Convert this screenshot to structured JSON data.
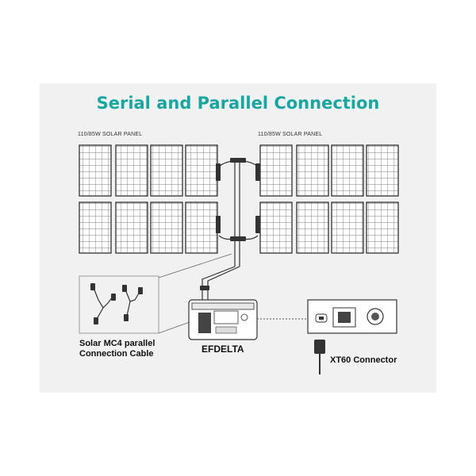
{
  "title": "Serial and Parallel Connection",
  "left_panel_label": "110/85W SOLAR PANEL",
  "right_panel_label": "110/85W SOLAR PANEL",
  "cable_caption_line1": "Solar MC4 parallel",
  "cable_caption_line2": "Connection Cable",
  "station_label": "EFDELTA",
  "connector_label": "XT60 Connector",
  "colors": {
    "title": "#1aa6a0",
    "line": "#333333",
    "panel_bg": "#f1f1f1"
  }
}
